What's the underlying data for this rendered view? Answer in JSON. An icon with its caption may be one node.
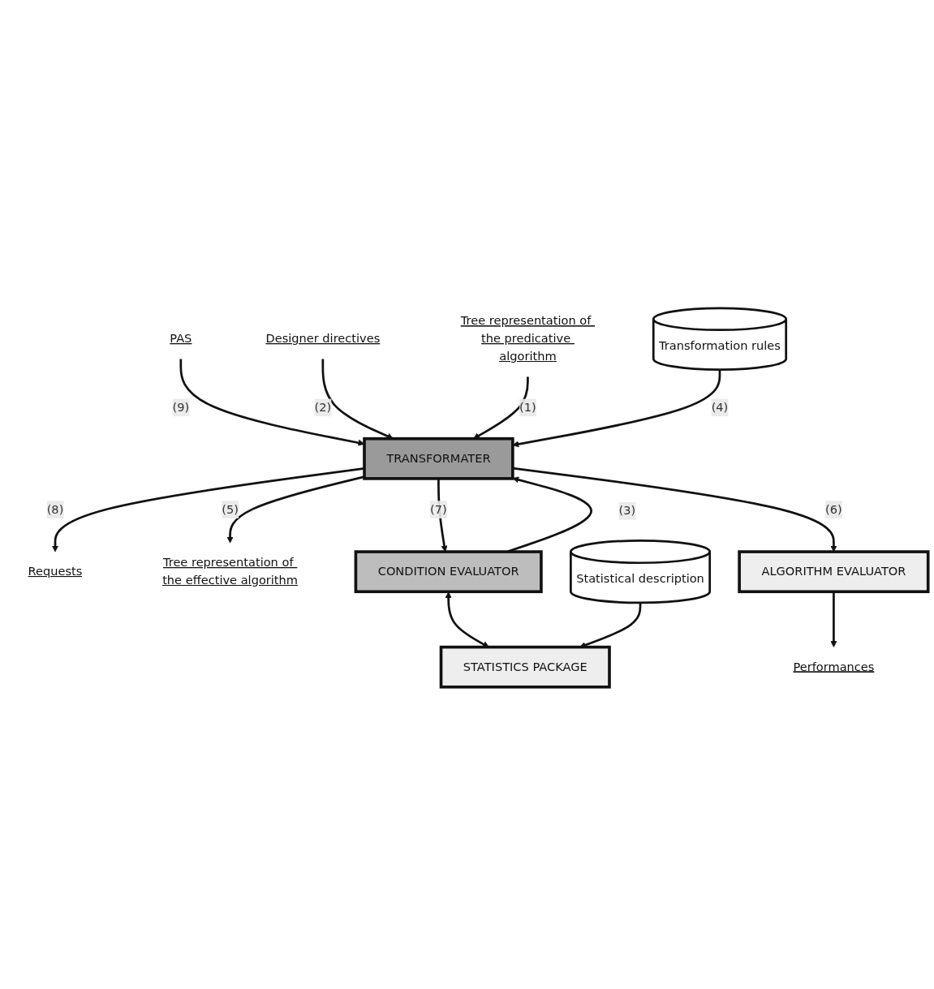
{
  "diagram": {
    "nodes": [
      {
        "text": [
          "PAS"
        ]
      },
      {
        "text": [
          "Designer directives"
        ]
      },
      {
        "text": [
          "Requests"
        ]
      },
      {
        "text": [
          "Tree representation of the predicative algorithm"
        ]
      },
      {
        "text": [
          "Transformation rules"
        ]
      },
      {
        "text": [
          "TRANSFORMATER"
        ]
      },
      {
        "text": [
          "Tree representation of the effective algorithm"
        ]
      },
      {
        "text": [
          "CONDITION EVALUATOR"
        ]
      },
      {
        "text": [
          "ALGORITHM EVALUATOR"
        ]
      },
      {
        "text": [
          "Statistical description"
        ]
      },
      {
        "text": [
          "Performances"
        ]
      },
      {
        "text": [
          "STATISTICS PACKAGE"
        ]
      }
    ],
    "edges": [
      {
        "from": 0,
        "to": 5,
        "arrow": "to",
        "label": "(9)"
      },
      {
        "from": 1,
        "to": 5,
        "arrow": "to",
        "label": "(2)"
      },
      {
        "from": 5,
        "to": 2,
        "arrow": "to",
        "label": "(8)"
      },
      {
        "from": 3,
        "to": 5,
        "arrow": "to",
        "label": "(1)"
      },
      {
        "from": 4,
        "to": 5,
        "arrow": "to",
        "label": "(4)"
      },
      {
        "from": 5,
        "to": 6,
        "arrow": "to",
        "label": "(5)"
      },
      {
        "from": 5,
        "to": 7,
        "arrow": "to",
        "label": "(7)"
      },
      {
        "from": 7,
        "to": 5,
        "arrow": "to",
        "label": "(3)"
      },
      {
        "from": 5,
        "to": 8,
        "arrow": "to",
        "label": "(6)"
      },
      {
        "from": 8,
        "to": 10,
        "arrow": "to"
      },
      {
        "from": 7,
        "to": 11,
        "arrow": "both"
      },
      {
        "from": 9,
        "to": 11,
        "arrow": "to"
      }
    ]
  }
}
